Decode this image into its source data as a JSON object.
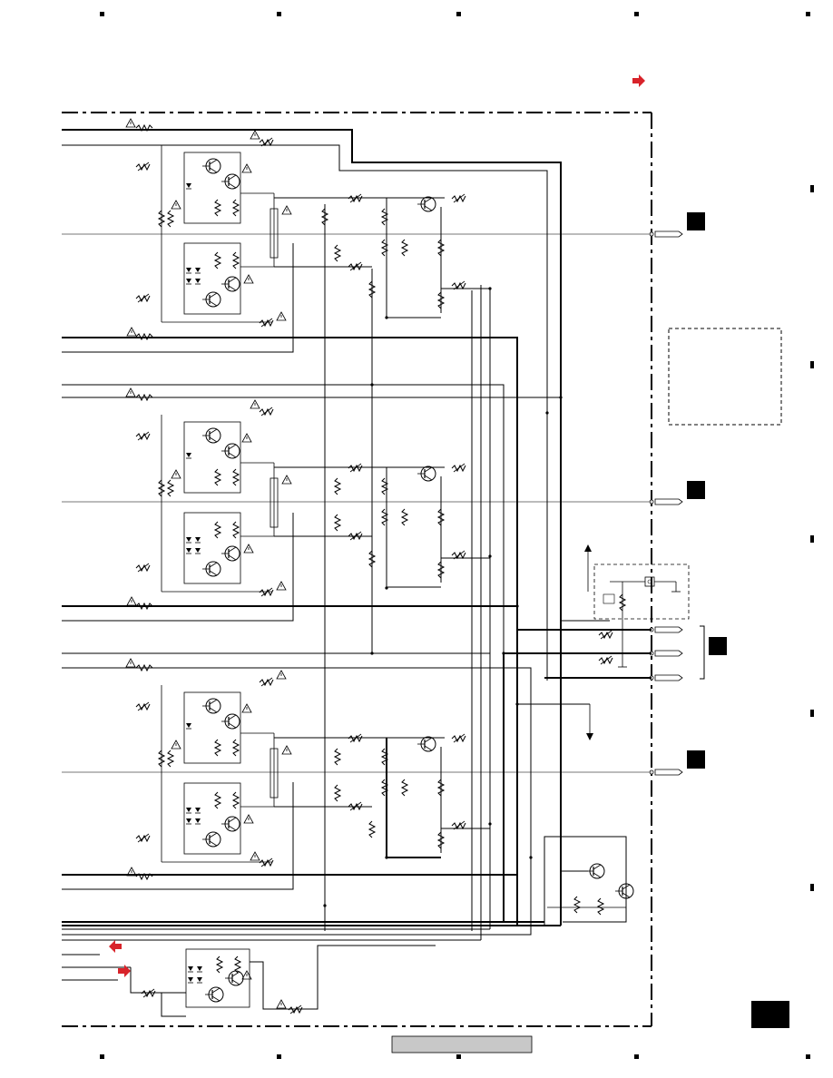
{
  "sheet": {
    "title": "",
    "page_number": "",
    "footer_caption": ""
  },
  "edge_markers": {
    "top_count": 4,
    "bottom_count": 4,
    "right_count": 6
  },
  "connector_blocks": {
    "count": 4,
    "fill": "#000000"
  },
  "arrows": {
    "color": "#d8232a",
    "items": [
      "flow-right-top",
      "flow-left-bottom",
      "flow-right-bottom"
    ]
  },
  "warning_symbol": "⚠",
  "colors": {
    "line": "#000000",
    "dashed_border": "#000000",
    "footer_box": "#c8c8c8",
    "page_box": "#000000"
  }
}
